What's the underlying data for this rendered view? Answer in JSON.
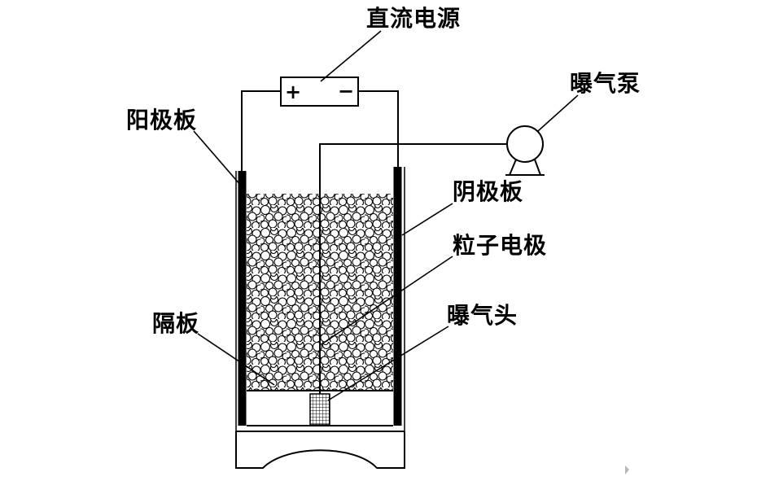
{
  "diagram": {
    "colors": {
      "line": "#000000",
      "background": "#ffffff"
    },
    "power_supply": {
      "label": "直流电源",
      "plus": "+",
      "minus": "−"
    },
    "pump": {
      "label": "曝气泵"
    },
    "anode": {
      "label": "阳极板"
    },
    "cathode": {
      "label": "阴极板"
    },
    "particle_electrode": {
      "label": "粒子电极"
    },
    "aeration_head": {
      "label": "曝气头"
    },
    "baffle": {
      "label": "隔板"
    }
  }
}
